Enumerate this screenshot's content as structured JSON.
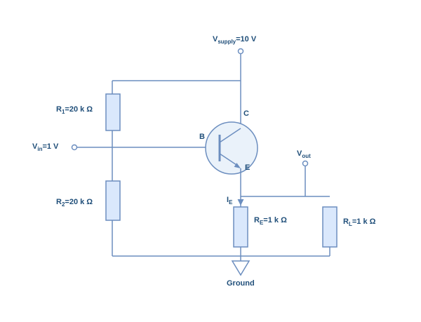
{
  "diagram": {
    "type": "circuit-schematic",
    "description": "Emitter follower NPN transistor circuit with voltage divider bias",
    "labels": {
      "vsupply": {
        "base": "V",
        "sub": "supply",
        "rest": "=10 V"
      },
      "r1": {
        "base": "R",
        "sub": "1",
        "rest": "=20 k Ω"
      },
      "vin": {
        "base": "V",
        "sub": "in",
        "rest": "=1 V"
      },
      "r2": {
        "base": "R",
        "sub": "2",
        "rest": "=20 k Ω"
      },
      "collector": "C",
      "base": "B",
      "emitter": "E",
      "ie": {
        "base": "I",
        "sub": "E",
        "rest": ""
      },
      "re": {
        "base": "R",
        "sub": "E",
        "rest": "=1 k Ω"
      },
      "vout": {
        "base": "V",
        "sub": "out",
        "rest": ""
      },
      "rl": {
        "base": "R",
        "sub": "L",
        "rest": "=1 k Ω"
      },
      "ground": "Ground"
    },
    "colors": {
      "wire": "#6c8ebf",
      "component_fill": "#dae8fc",
      "transistor_fill": "#eaf2fa",
      "label_text": "#1f4e79"
    }
  }
}
